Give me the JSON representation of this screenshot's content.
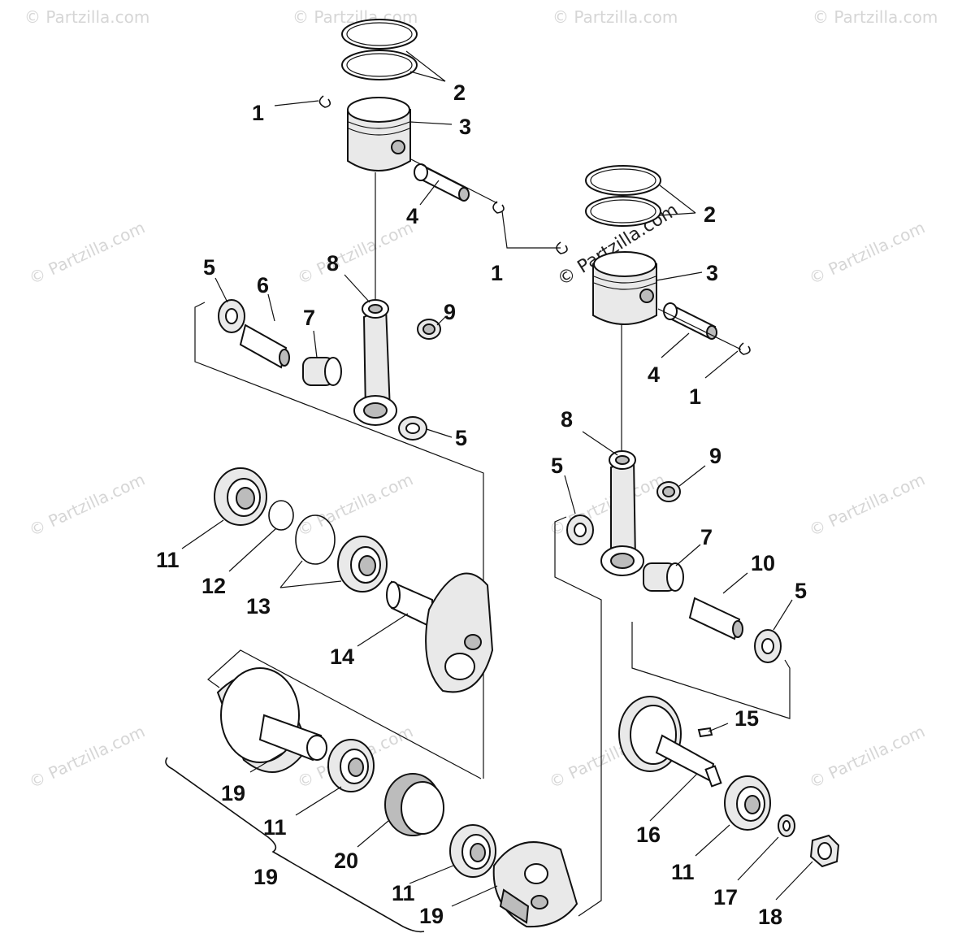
{
  "watermark": "© Partzilla.com",
  "callouts": {
    "a1": "1",
    "a2": "2",
    "a3": "3",
    "a4": "4",
    "a1b": "1",
    "b2": "2",
    "b3": "3",
    "b4": "4",
    "b1": "1",
    "c5": "5",
    "c6": "6",
    "c7": "7",
    "c8": "8",
    "c9": "9",
    "c5b": "5",
    "d8": "8",
    "d9": "9",
    "d5": "5",
    "d7": "7",
    "d10": "10",
    "d5b": "5",
    "e11": "11",
    "e12": "12",
    "e13": "13",
    "e14": "14",
    "f19": "19",
    "f11": "11",
    "f20": "20",
    "f11b": "11",
    "f19b": "19",
    "f19c": "19",
    "g15": "15",
    "g16": "16",
    "g11": "11",
    "g17": "17",
    "g18": "18"
  }
}
